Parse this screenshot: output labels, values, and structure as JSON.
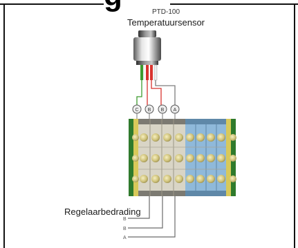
{
  "sensor": {
    "model": "PTD-100",
    "name": "Temperatuursensor"
  },
  "terminal_labels": [
    "C",
    "B",
    "B",
    "A"
  ],
  "wiring": {
    "label": "Regelaarbedrading",
    "letters": [
      "B",
      "B",
      "A"
    ]
  },
  "colors": {
    "wire_green": "#3d9b2e",
    "wire_red": "#d8332e",
    "wire_gray": "#7d7d7d",
    "terminal_beige": "#d9d5c6",
    "terminal_blue": "#8fb9da",
    "terminal_yellow": "#d8c95a",
    "terminal_green": "#2f7a2c"
  }
}
